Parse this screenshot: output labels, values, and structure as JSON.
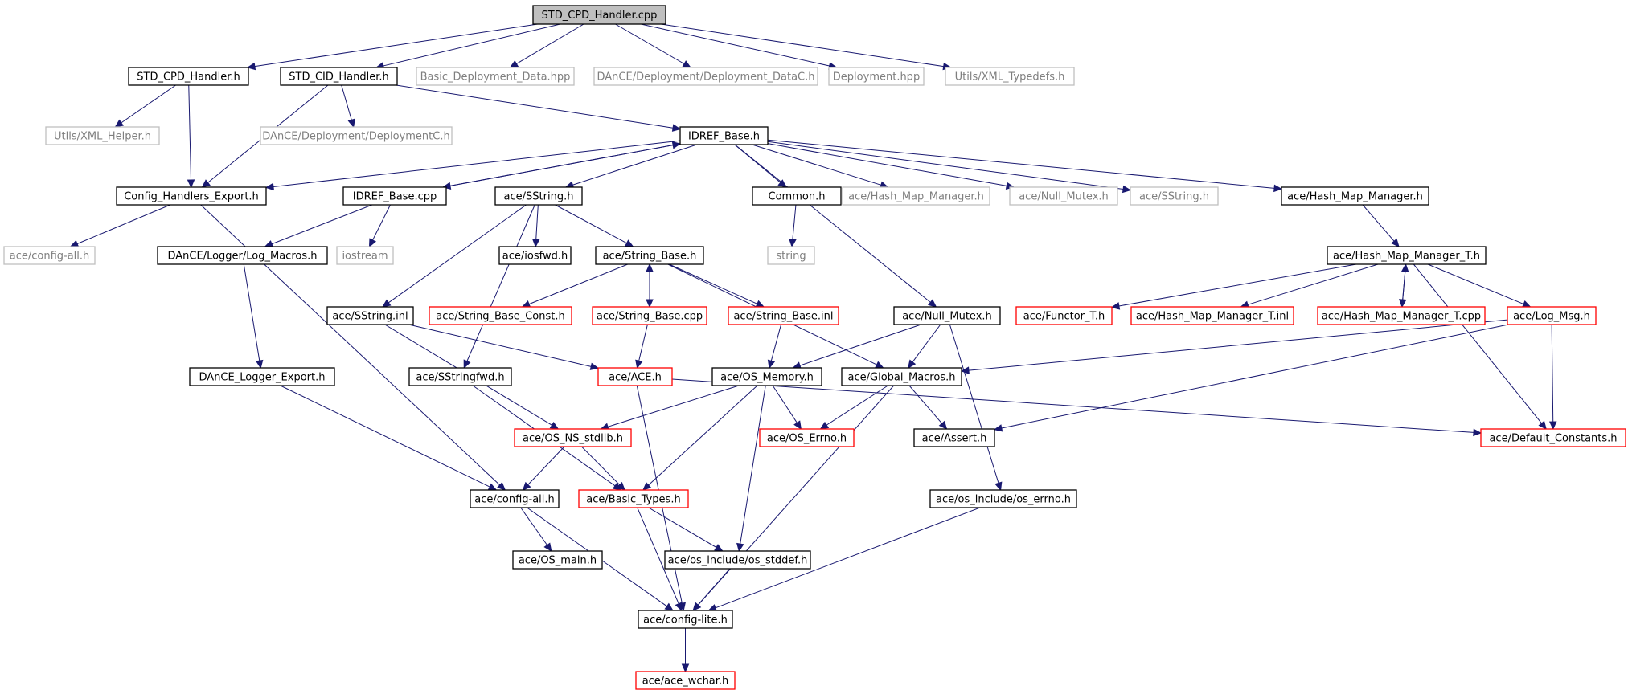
{
  "colors": {
    "edge": "#191970",
    "box_normal": "#000000",
    "box_external": "#bfbfbf",
    "box_truncated": "#ff0000",
    "root_fill": "#bfbfbf",
    "text_normal": "#000000",
    "text_external": "#7f7f7f"
  },
  "nodes": [
    {
      "id": "root",
      "label": "STD_CPD_Handler.cpp",
      "kind": "root"
    },
    {
      "id": "std_cpd_h",
      "label": "STD_CPD_Handler.h",
      "kind": "normal"
    },
    {
      "id": "std_cid_h",
      "label": "STD_CID_Handler.h",
      "kind": "normal"
    },
    {
      "id": "basic_dep",
      "label": "Basic_Deployment_Data.hpp",
      "kind": "external"
    },
    {
      "id": "dance_datac",
      "label": "DAnCE/Deployment/Deployment_DataC.h",
      "kind": "external"
    },
    {
      "id": "deployment_hpp",
      "label": "Deployment.hpp",
      "kind": "external"
    },
    {
      "id": "xml_typedefs",
      "label": "Utils/XML_Typedefs.h",
      "kind": "external"
    },
    {
      "id": "xml_helper",
      "label": "Utils/XML_Helper.h",
      "kind": "external"
    },
    {
      "id": "dance_depc",
      "label": "DAnCE/Deployment/DeploymentC.h",
      "kind": "external"
    },
    {
      "id": "idref_base_h",
      "label": "IDREF_Base.h",
      "kind": "normal"
    },
    {
      "id": "config_handlers_export",
      "label": "Config_Handlers_Export.h",
      "kind": "normal"
    },
    {
      "id": "idref_base_cpp",
      "label": "IDREF_Base.cpp",
      "kind": "normal"
    },
    {
      "id": "sstring_h",
      "label": "ace/SString.h",
      "kind": "normal"
    },
    {
      "id": "common_h",
      "label": "Common.h",
      "kind": "normal"
    },
    {
      "id": "hmm_ext",
      "label": "ace/Hash_Map_Manager.h",
      "kind": "external"
    },
    {
      "id": "null_mutex_ext",
      "label": "ace/Null_Mutex.h",
      "kind": "external"
    },
    {
      "id": "sstring_ext",
      "label": "ace/SString.h",
      "kind": "external"
    },
    {
      "id": "hmm_h",
      "label": "ace/Hash_Map_Manager.h",
      "kind": "normal"
    },
    {
      "id": "config_all_ext",
      "label": "ace/config-all.h",
      "kind": "external"
    },
    {
      "id": "log_macros",
      "label": "DAnCE/Logger/Log_Macros.h",
      "kind": "normal"
    },
    {
      "id": "iostream",
      "label": "iostream",
      "kind": "external"
    },
    {
      "id": "iosfwd",
      "label": "ace/iosfwd.h",
      "kind": "normal"
    },
    {
      "id": "string_base_h",
      "label": "ace/String_Base.h",
      "kind": "normal"
    },
    {
      "id": "string_ext",
      "label": "string",
      "kind": "external"
    },
    {
      "id": "hmm_t_h",
      "label": "ace/Hash_Map_Manager_T.h",
      "kind": "normal"
    },
    {
      "id": "sstring_inl",
      "label": "ace/SString.inl",
      "kind": "normal"
    },
    {
      "id": "string_base_const",
      "label": "ace/String_Base_Const.h",
      "kind": "truncated"
    },
    {
      "id": "string_base_cpp",
      "label": "ace/String_Base.cpp",
      "kind": "truncated"
    },
    {
      "id": "string_base_inl",
      "label": "ace/String_Base.inl",
      "kind": "truncated"
    },
    {
      "id": "null_mutex_h",
      "label": "ace/Null_Mutex.h",
      "kind": "normal"
    },
    {
      "id": "functor_t",
      "label": "ace/Functor_T.h",
      "kind": "truncated"
    },
    {
      "id": "hmm_t_inl",
      "label": "ace/Hash_Map_Manager_T.inl",
      "kind": "truncated"
    },
    {
      "id": "hmm_t_cpp",
      "label": "ace/Hash_Map_Manager_T.cpp",
      "kind": "truncated"
    },
    {
      "id": "log_msg",
      "label": "ace/Log_Msg.h",
      "kind": "truncated"
    },
    {
      "id": "dance_logger_export",
      "label": "DAnCE_Logger_Export.h",
      "kind": "normal"
    },
    {
      "id": "sstringfwd",
      "label": "ace/SStringfwd.h",
      "kind": "normal"
    },
    {
      "id": "ace_h",
      "label": "ace/ACE.h",
      "kind": "truncated"
    },
    {
      "id": "os_memory",
      "label": "ace/OS_Memory.h",
      "kind": "normal"
    },
    {
      "id": "global_macros",
      "label": "ace/Global_Macros.h",
      "kind": "normal"
    },
    {
      "id": "os_ns_stdlib",
      "label": "ace/OS_NS_stdlib.h",
      "kind": "truncated"
    },
    {
      "id": "os_errno",
      "label": "ace/OS_Errno.h",
      "kind": "truncated"
    },
    {
      "id": "assert_h",
      "label": "ace/Assert.h",
      "kind": "normal"
    },
    {
      "id": "default_constants",
      "label": "ace/Default_Constants.h",
      "kind": "truncated"
    },
    {
      "id": "config_all_h",
      "label": "ace/config-all.h",
      "kind": "normal"
    },
    {
      "id": "basic_types",
      "label": "ace/Basic_Types.h",
      "kind": "truncated"
    },
    {
      "id": "os_include_errno",
      "label": "ace/os_include/os_errno.h",
      "kind": "normal"
    },
    {
      "id": "os_main",
      "label": "ace/OS_main.h",
      "kind": "normal"
    },
    {
      "id": "os_stddef",
      "label": "ace/os_include/os_stddef.h",
      "kind": "normal"
    },
    {
      "id": "config_lite",
      "label": "ace/config-lite.h",
      "kind": "normal"
    },
    {
      "id": "ace_wchar",
      "label": "ace/ace_wchar.h",
      "kind": "truncated"
    }
  ],
  "edges": [
    [
      "root",
      "std_cpd_h"
    ],
    [
      "root",
      "std_cid_h"
    ],
    [
      "root",
      "basic_dep"
    ],
    [
      "root",
      "dance_datac"
    ],
    [
      "root",
      "deployment_hpp"
    ],
    [
      "root",
      "xml_typedefs"
    ],
    [
      "std_cpd_h",
      "xml_helper"
    ],
    [
      "std_cpd_h",
      "config_handlers_export"
    ],
    [
      "std_cid_h",
      "config_handlers_export"
    ],
    [
      "std_cid_h",
      "dance_depc"
    ],
    [
      "std_cid_h",
      "idref_base_h"
    ],
    [
      "idref_base_h",
      "config_handlers_export"
    ],
    [
      "idref_base_h",
      "idref_base_cpp"
    ],
    [
      "idref_base_h",
      "sstring_h"
    ],
    [
      "idref_base_h",
      "common_h"
    ],
    [
      "idref_base_h",
      "hmm_ext"
    ],
    [
      "idref_base_h",
      "null_mutex_ext"
    ],
    [
      "idref_base_h",
      "sstring_ext"
    ],
    [
      "idref_base_h",
      "hmm_h"
    ],
    [
      "idref_base_h",
      "null_mutex_h"
    ],
    [
      "idref_base_cpp",
      "idref_base_h"
    ],
    [
      "idref_base_cpp",
      "log_macros"
    ],
    [
      "idref_base_cpp",
      "iostream"
    ],
    [
      "config_handlers_export",
      "config_all_ext"
    ],
    [
      "config_handlers_export",
      "config_all_h"
    ],
    [
      "log_macros",
      "dance_logger_export"
    ],
    [
      "dance_logger_export",
      "config_all_h"
    ],
    [
      "sstring_h",
      "iosfwd"
    ],
    [
      "sstring_h",
      "string_base_h"
    ],
    [
      "sstring_h",
      "sstring_inl"
    ],
    [
      "sstring_h",
      "sstringfwd"
    ],
    [
      "common_h",
      "string_ext"
    ],
    [
      "string_base_h",
      "string_base_const"
    ],
    [
      "string_base_h",
      "string_base_cpp"
    ],
    [
      "string_base_h",
      "string_base_inl"
    ],
    [
      "string_base_h",
      "global_macros"
    ],
    [
      "string_base_cpp",
      "string_base_h"
    ],
    [
      "string_base_cpp",
      "ace_h"
    ],
    [
      "string_base_inl",
      "os_memory"
    ],
    [
      "sstring_inl",
      "ace_h"
    ],
    [
      "sstring_inl",
      "os_ns_stdlib"
    ],
    [
      "sstringfwd",
      "basic_types"
    ],
    [
      "hmm_h",
      "hmm_t_h"
    ],
    [
      "hmm_t_h",
      "functor_t"
    ],
    [
      "hmm_t_h",
      "hmm_t_inl"
    ],
    [
      "hmm_t_h",
      "hmm_t_cpp"
    ],
    [
      "hmm_t_h",
      "log_msg"
    ],
    [
      "hmm_t_h",
      "default_constants"
    ],
    [
      "hmm_t_cpp",
      "hmm_t_h"
    ],
    [
      "log_msg",
      "global_macros"
    ],
    [
      "log_msg",
      "assert_h"
    ],
    [
      "log_msg",
      "default_constants"
    ],
    [
      "null_mutex_h",
      "os_memory"
    ],
    [
      "null_mutex_h",
      "global_macros"
    ],
    [
      "null_mutex_h",
      "os_include_errno"
    ],
    [
      "ace_h",
      "default_constants"
    ],
    [
      "ace_h",
      "config_lite"
    ],
    [
      "os_memory",
      "os_ns_stdlib"
    ],
    [
      "os_memory",
      "os_errno"
    ],
    [
      "os_memory",
      "basic_types"
    ],
    [
      "os_memory",
      "os_stddef"
    ],
    [
      "global_macros",
      "os_errno"
    ],
    [
      "global_macros",
      "assert_h"
    ],
    [
      "global_macros",
      "config_lite"
    ],
    [
      "os_ns_stdlib",
      "config_all_h"
    ],
    [
      "os_ns_stdlib",
      "basic_types"
    ],
    [
      "config_all_h",
      "os_main"
    ],
    [
      "config_all_h",
      "config_lite"
    ],
    [
      "basic_types",
      "os_stddef"
    ],
    [
      "basic_types",
      "config_lite"
    ],
    [
      "os_stddef",
      "config_lite"
    ],
    [
      "os_include_errno",
      "config_lite"
    ],
    [
      "config_lite",
      "ace_wchar"
    ]
  ]
}
